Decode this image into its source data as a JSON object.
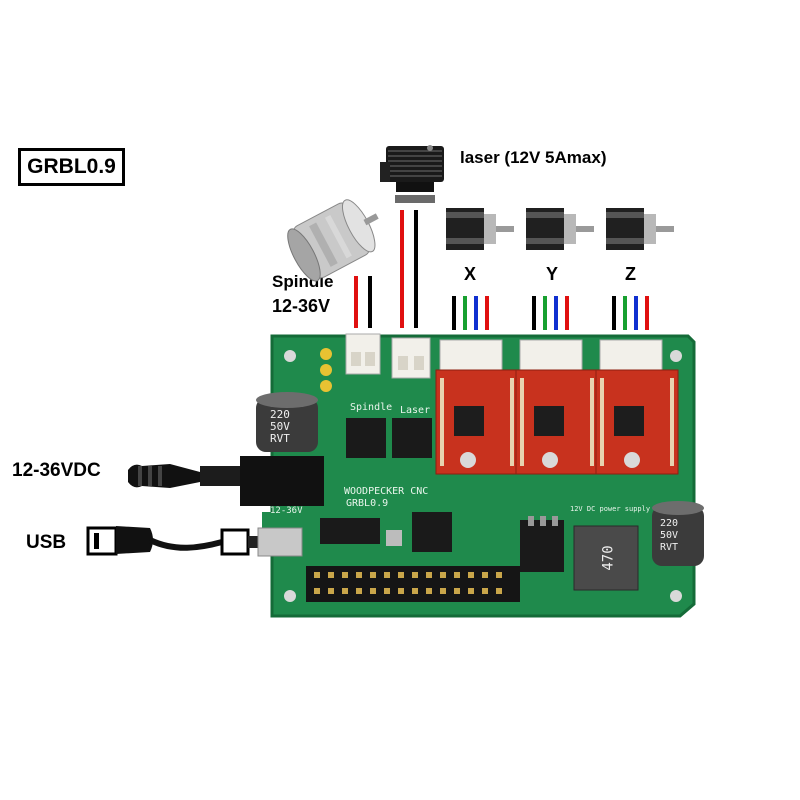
{
  "title": "GRBL0.9",
  "labels": {
    "laser": "laser (12V 5Amax)",
    "spindle_line1": "Spindle",
    "spindle_line2": "12-36V",
    "axis_x": "X",
    "axis_y": "Y",
    "axis_z": "Z",
    "power": "12-36VDC",
    "usb": "USB"
  },
  "board_silkscreen": {
    "spindle": "Spindle",
    "laser": "Laser",
    "brand": "WOODPECKER CNC",
    "firmware": "GRBL0.9",
    "voltage": "12-36V",
    "supply": "12V DC power supply",
    "inductor": "470",
    "cap_left_value": "220",
    "cap_left_voltage": "50V",
    "cap_left_series": "RVT",
    "cap_right_value": "220",
    "cap_right_voltage": "50V",
    "cap_right_series": "RVT"
  },
  "colors": {
    "pcb": "#1f8a4c",
    "pcb_edge": "#146b38",
    "driver_red": "#c8321e",
    "wire_red": "#e01010",
    "wire_black": "#000000",
    "wire_green": "#18a030",
    "wire_blue": "#1030d0",
    "connector": "#f2f0ea"
  },
  "icons": [
    "spindle-motor-icon",
    "laser-module-icon",
    "stepper-motor-icon",
    "dc-plug-icon",
    "usb-cable-icon"
  ]
}
